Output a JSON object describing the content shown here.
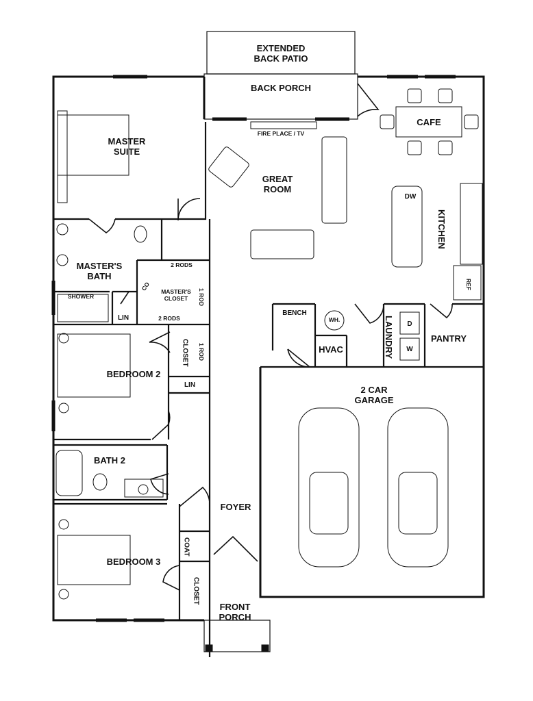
{
  "rooms": {
    "extended_patio": "EXTENDED\nBACK PATIO",
    "back_porch": "BACK PORCH",
    "fireplace": "FIRE PLACE / TV",
    "master_suite": "MASTER\nSUITE",
    "great_room": "GREAT\nROOM",
    "cafe": "CAFE",
    "kitchen": "KITCHEN",
    "dw": "DW",
    "ref": "REF",
    "masters_bath": "MASTER'S\nBATH",
    "shower": "SHOWER",
    "lin": "LIN",
    "co": "CO",
    "masters_closet": "MASTER'S\nCLOSET",
    "two_rods": "2 RODS",
    "one_rod": "1 ROD",
    "bench": "BENCH",
    "water_heater": "WH.",
    "laundry": "LAUNDRY",
    "dryer": "D",
    "washer": "W",
    "pantry": "PANTRY",
    "hvac": "HVAC",
    "bedroom2": "BEDROOM 2",
    "closet": "CLOSET",
    "garage": "2 CAR\nGARAGE",
    "bath2": "BATH 2",
    "foyer": "FOYER",
    "coat": "COAT",
    "bedroom3": "BEDROOM 3",
    "front_porch": "FRONT\nPORCH"
  }
}
